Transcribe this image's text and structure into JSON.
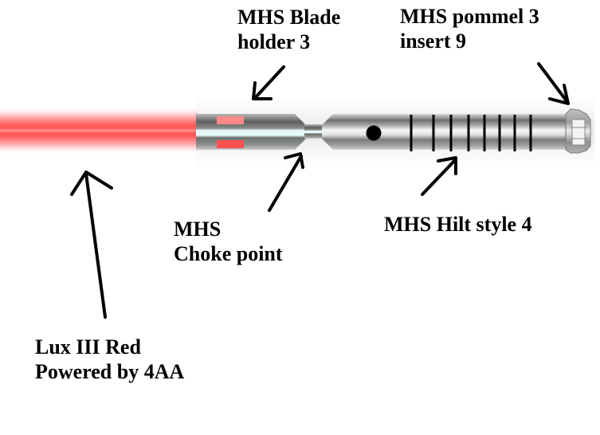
{
  "diagram": {
    "subject": "lightsaber",
    "colors": {
      "blade": "#ff3b3b",
      "blade_glow": "#ffb0b0",
      "hilt_metal": "#9a9c9a",
      "hilt_highlight": "#e8f6f8",
      "ink": "#000000",
      "background": "#ffffff"
    },
    "grip_ring_count": 8,
    "labels": {
      "blade_holder": {
        "line1": "MHS Blade",
        "line2": "holder 3"
      },
      "pommel": {
        "line1": "MHS pommel 3",
        "line2": "insert 9"
      },
      "choke_point": {
        "line1": "MHS",
        "line2": "Choke point"
      },
      "hilt_style": {
        "line1": "MHS Hilt style 4"
      },
      "blade": {
        "line1": "Lux III Red",
        "line2": "Powered by 4AA"
      }
    }
  }
}
